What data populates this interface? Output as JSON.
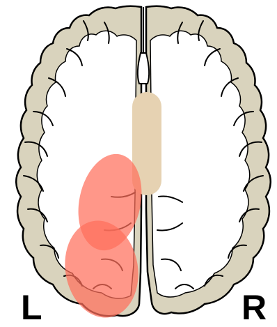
{
  "labels": {
    "left": "L",
    "right": "R"
  },
  "colors": {
    "cortex_fill": "#d9d3bd",
    "white_matter_fill": "#ffffff",
    "outline": "#000000",
    "midline_structure": "#e6d2b2",
    "lesion_fill": "#ff6f5c",
    "lesion_overlap_fill": "#e2624f",
    "label_text": "#000000"
  },
  "regions": [
    {
      "name": "left-hemisphere",
      "color_key": "cortex_fill"
    },
    {
      "name": "right-hemisphere",
      "color_key": "cortex_fill"
    },
    {
      "name": "midline-structure",
      "color_key": "midline_structure"
    },
    {
      "name": "lesion-upper",
      "color_key": "lesion_fill"
    },
    {
      "name": "lesion-lower",
      "color_key": "lesion_fill"
    }
  ]
}
